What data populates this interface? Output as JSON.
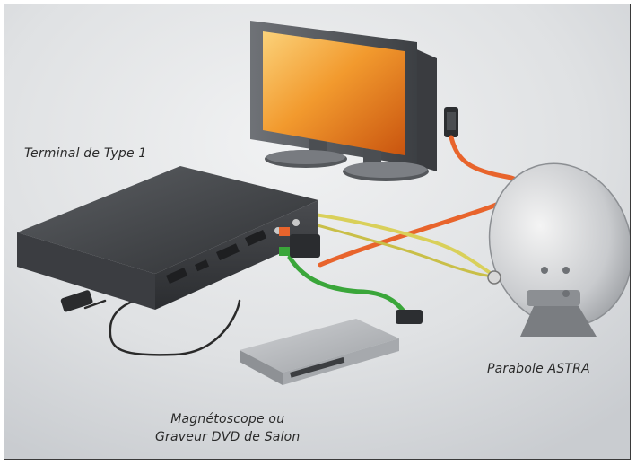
{
  "labels": {
    "terminal": "Terminal de Type 1",
    "parabole": "Parabole ASTRA",
    "magneto_line1": "Magnétoscope ou",
    "magneto_line2": "Graveur DVD de Salon"
  },
  "colors": {
    "background": "#e2e4e6",
    "cable_orange": "#e8642c",
    "cable_yellow": "#d9d05a",
    "cable_green": "#3aa63a",
    "cable_black": "#2a2a2a",
    "screen_glow": "#f5a23a"
  },
  "components": [
    "television",
    "terminal-box",
    "satellite-dish",
    "vcr-dvd-recorder",
    "scart-plug",
    "power-plug",
    "splitter-block"
  ]
}
